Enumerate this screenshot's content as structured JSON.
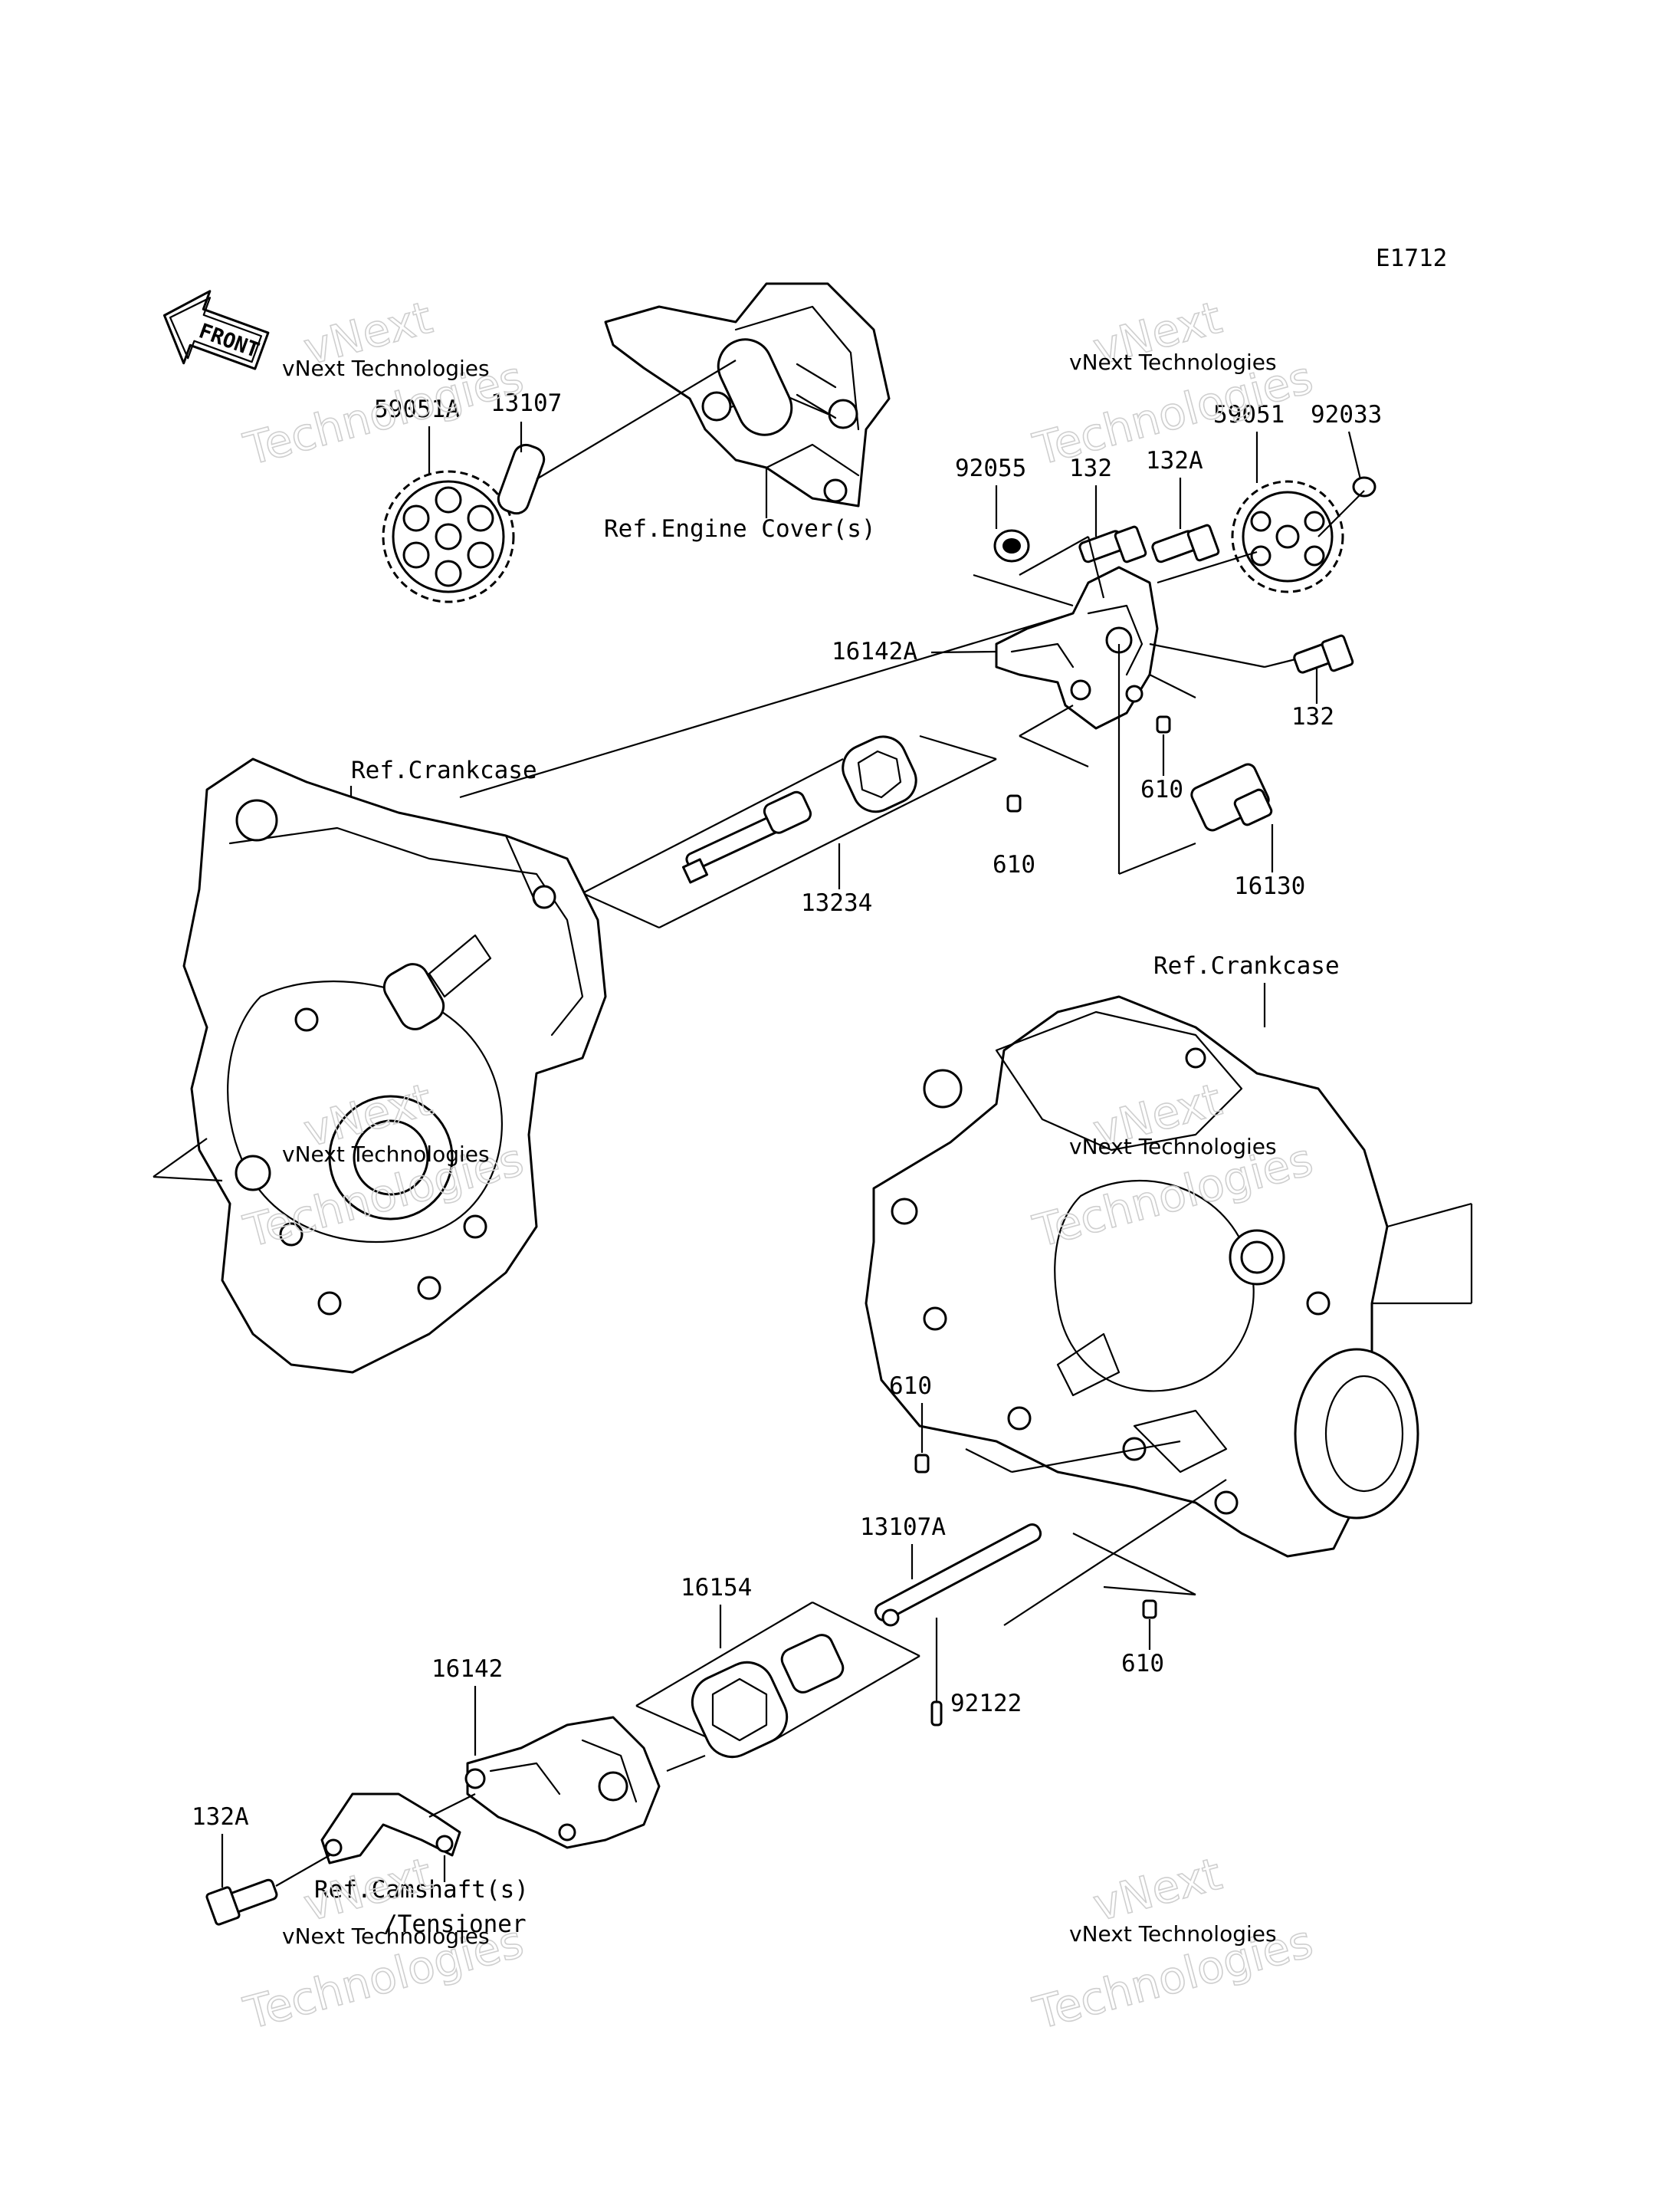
{
  "diagram_code": "E1712",
  "front_label": "FRONT",
  "watermark": {
    "line1": "vNext Technologies",
    "line2a": "vNext",
    "line2b": "Technologies"
  },
  "refs": {
    "engine_cover": "Ref.Engine Cover(s)",
    "crankcase_upper": "Ref.Crankcase",
    "crankcase_right": "Ref.Crankcase",
    "camshaft_line1": "Ref.Camshaft(s)",
    "camshaft_line2": "/Tensioner"
  },
  "parts": {
    "p59051A": "59051A",
    "p13107": "13107",
    "p92055": "92055",
    "p132_top": "132",
    "p132A_top": "132A",
    "p59051": "59051",
    "p92033": "92033",
    "p16142A": "16142A",
    "p132_right": "132",
    "p610_a": "610",
    "p610_b": "610",
    "p13234": "13234",
    "p16130": "16130",
    "p610_c": "610",
    "p13107A": "13107A",
    "p16154": "16154",
    "p610_d": "610",
    "p92122": "92122",
    "p16142": "16142",
    "p132A_bottom": "132A"
  }
}
